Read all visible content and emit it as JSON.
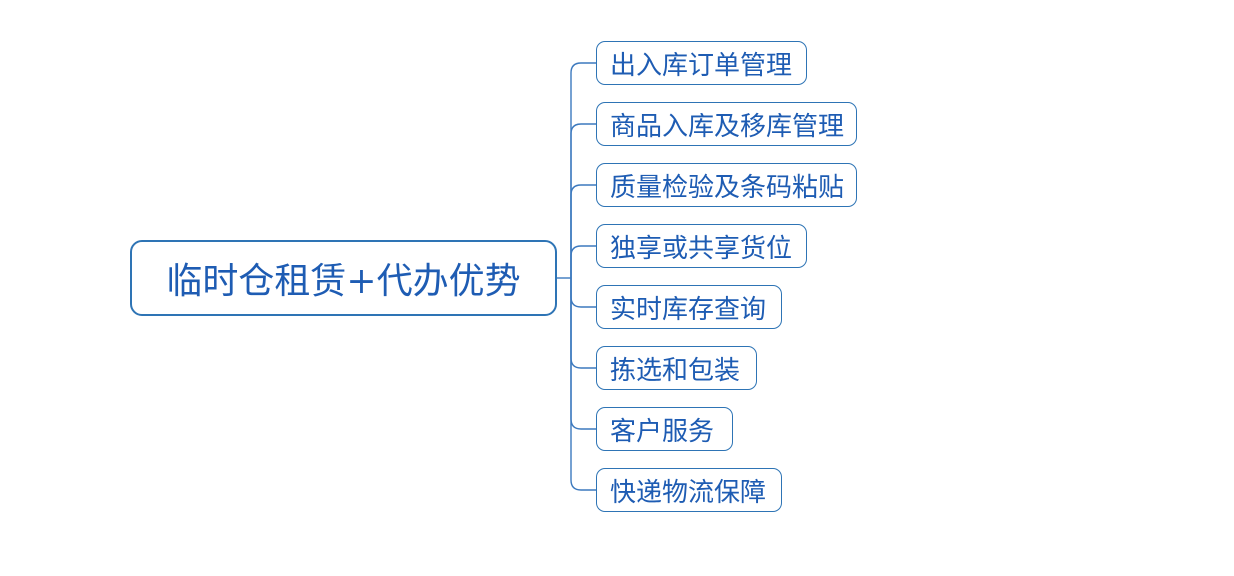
{
  "diagram": {
    "type": "mindmap",
    "background_color": "#ffffff",
    "colors": {
      "node_border": "#2E74B5",
      "node_text": "#1E5CB3",
      "node_fill": "#FFFFFF",
      "connector": "#3C79BE"
    },
    "root": {
      "label": "临时仓租赁+代办优势"
    },
    "children": [
      {
        "label": "出入库订单管理"
      },
      {
        "label": "商品入库及移库管理"
      },
      {
        "label": "质量检验及条码粘贴"
      },
      {
        "label": "独享或共享货位"
      },
      {
        "label": "实时库存查询"
      },
      {
        "label": "拣选和包装"
      },
      {
        "label": "客户服务"
      },
      {
        "label": "快递物流保障"
      }
    ]
  }
}
